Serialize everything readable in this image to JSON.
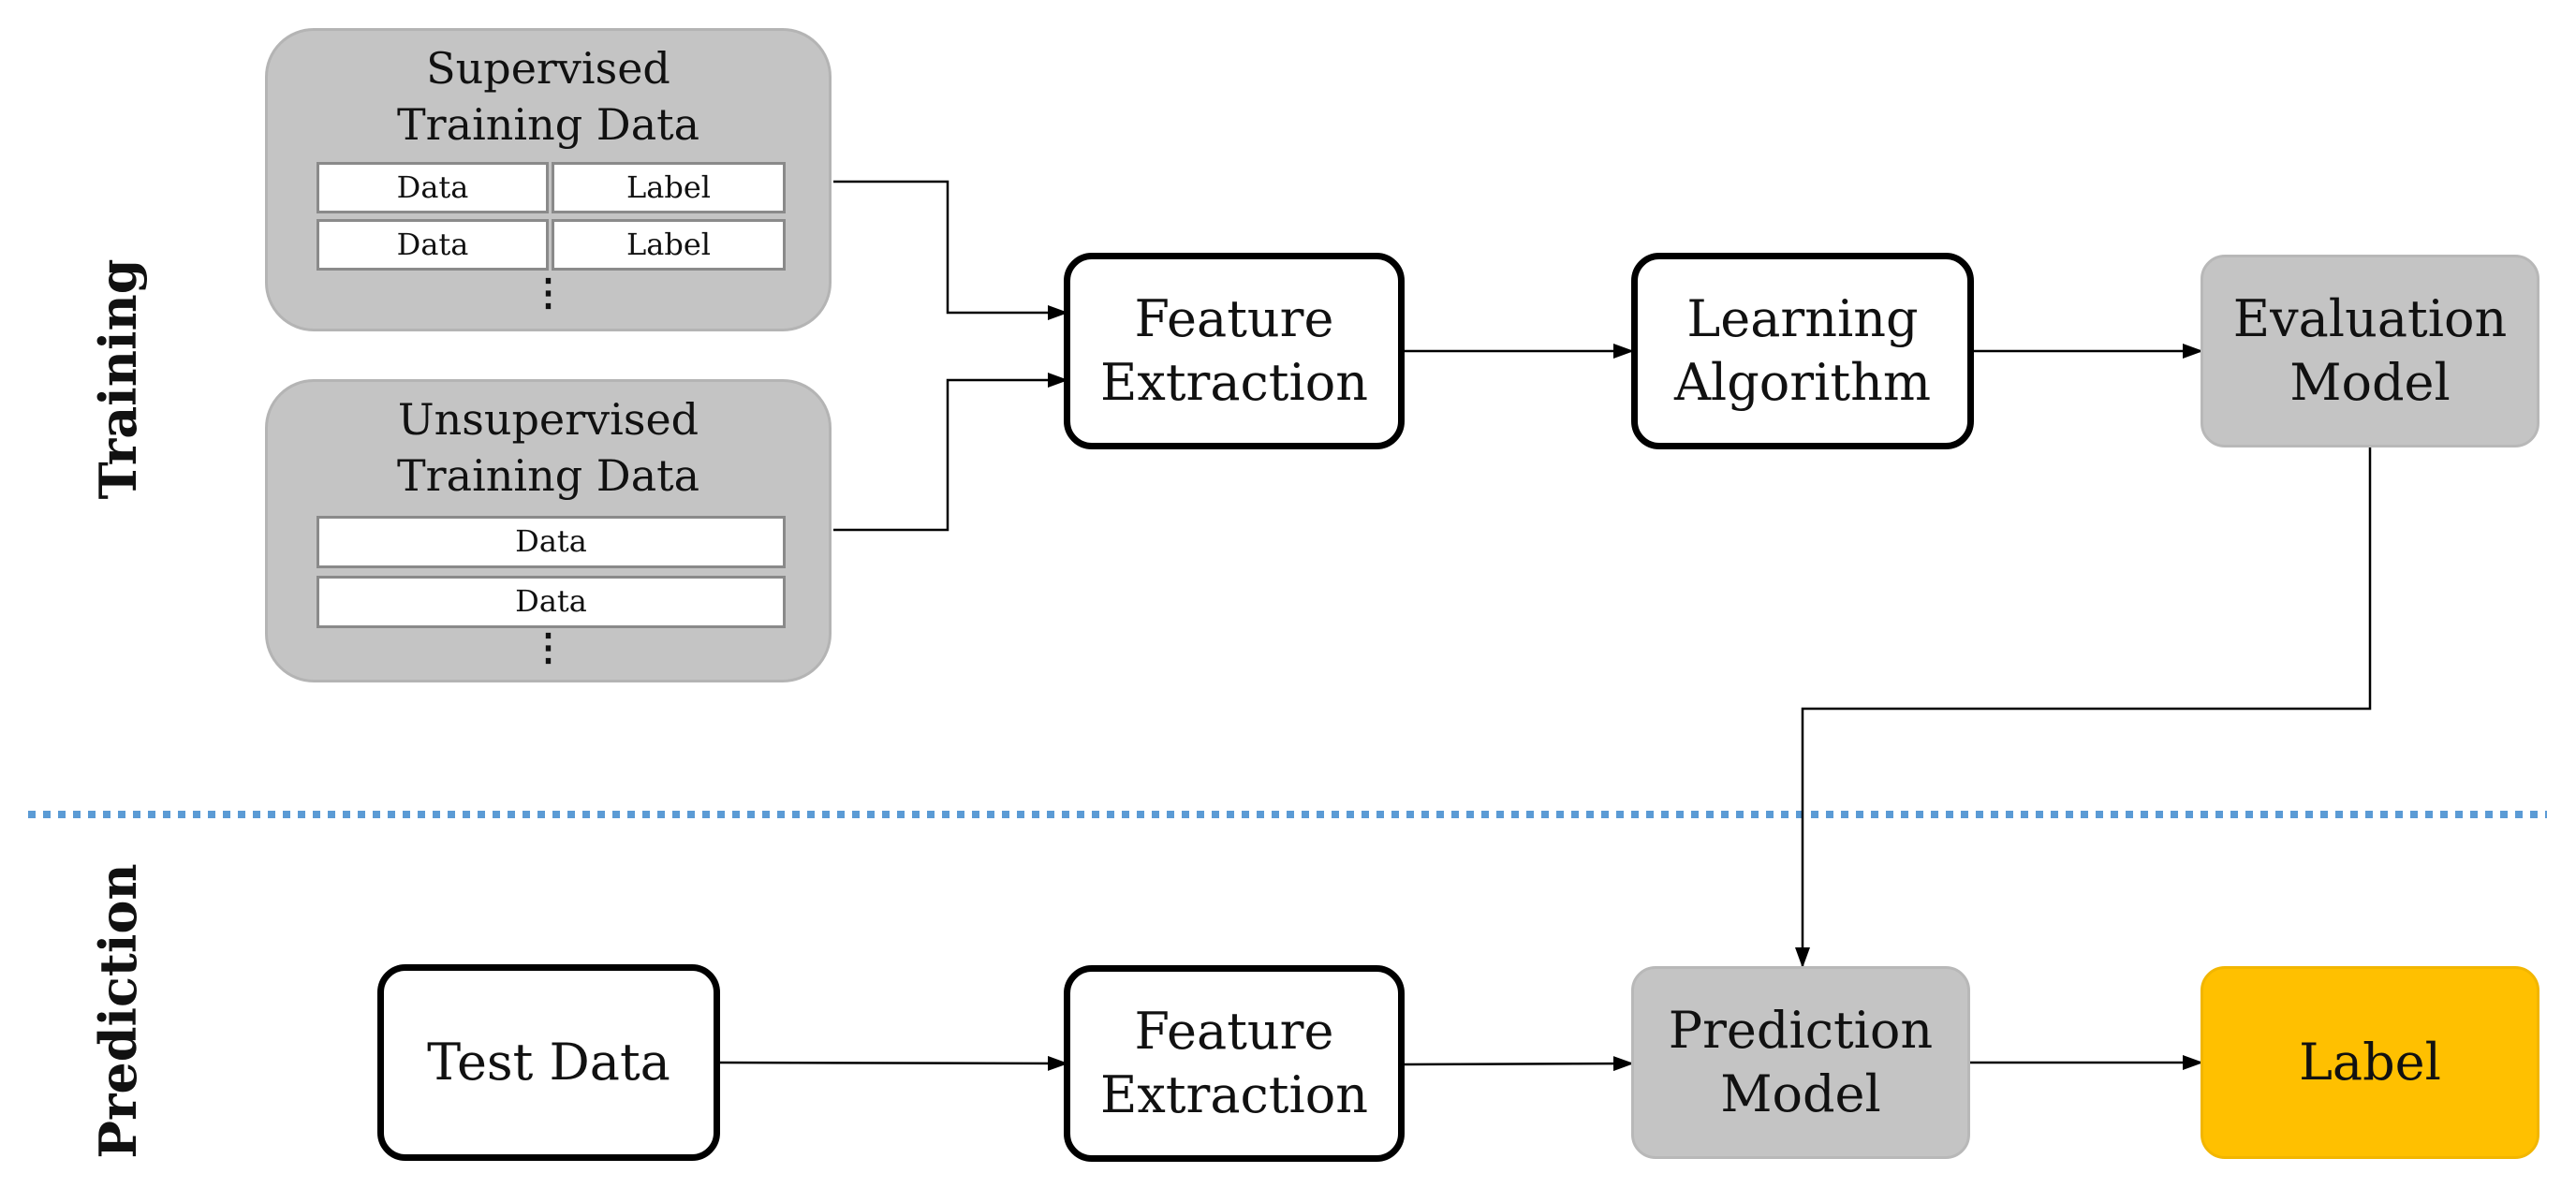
{
  "sections": {
    "training": "Training",
    "prediction": "Prediction"
  },
  "supervised": {
    "title_line1": "Supervised",
    "title_line2": "Training Data",
    "rows": [
      {
        "data": "Data",
        "label": "Label"
      },
      {
        "data": "Data",
        "label": "Label"
      }
    ],
    "more": "⋮"
  },
  "unsupervised": {
    "title_line1": "Unsupervised",
    "title_line2": "Training Data",
    "rows": [
      "Data",
      "Data"
    ],
    "more": "⋮"
  },
  "training_flow": {
    "feature_extraction": [
      "Feature",
      "Extraction"
    ],
    "learning_algorithm": [
      "Learning",
      "Algorithm"
    ],
    "evaluation_model": [
      "Evaluation",
      "Model"
    ]
  },
  "prediction_flow": {
    "test_data": "Test Data",
    "feature_extraction": [
      "Feature",
      "Extraction"
    ],
    "prediction_model": [
      "Prediction",
      "Model"
    ],
    "label": "Label"
  },
  "colors": {
    "group_fill": "#c4c4c4",
    "model_fill": "#c4c4c4",
    "label_fill": "#ffc000",
    "divider": "#5b9bd5",
    "arrow": "#000000"
  }
}
